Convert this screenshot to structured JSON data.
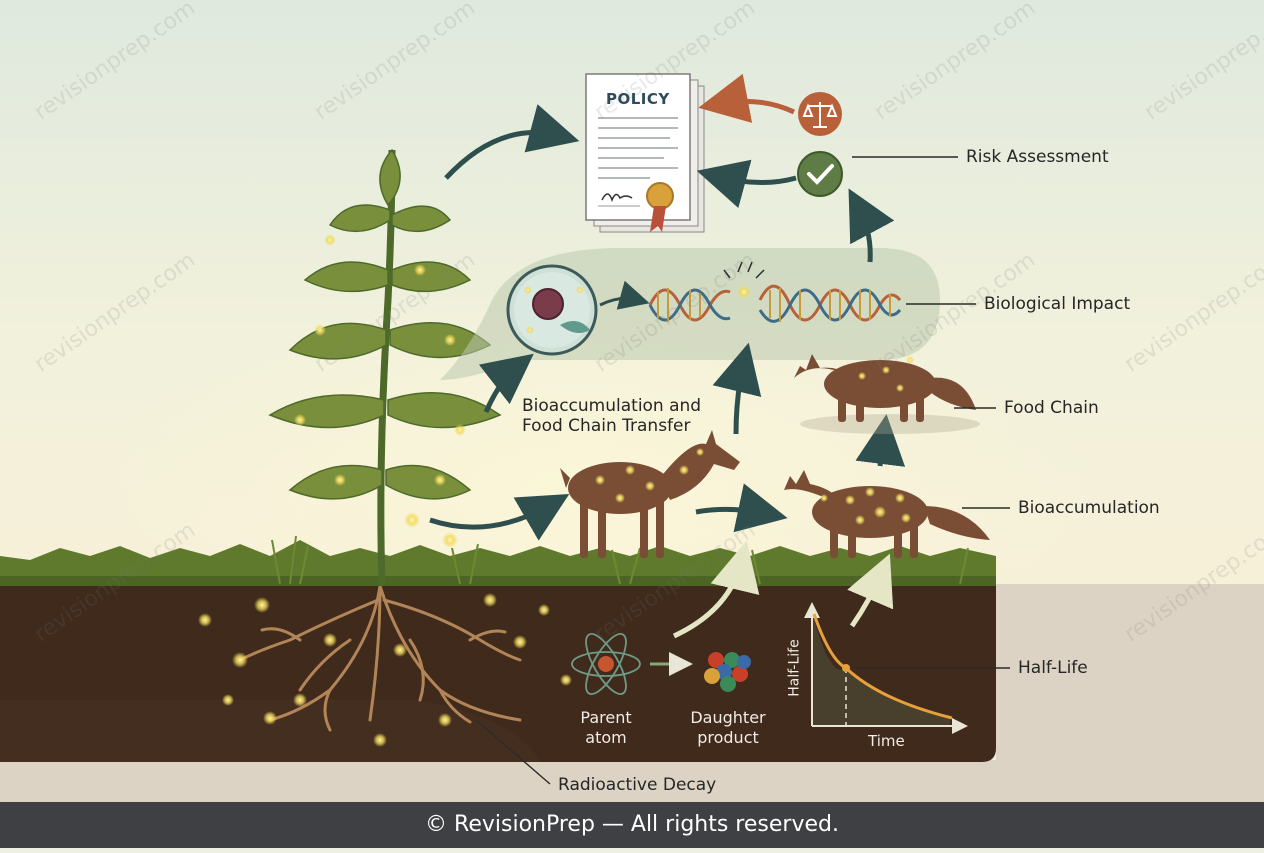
{
  "labels": {
    "risk_assessment": "Risk Assessment",
    "biological_impact": "Biological Impact",
    "food_chain": "Food Chain",
    "bioaccumulation": "Bioaccumulation",
    "half_life": "Half-Life",
    "radioactive_decay": "Radioactive Decay",
    "bioacc_transfer_line1": "Bioaccumulation and",
    "bioacc_transfer_line2": "Food Chain Transfer"
  },
  "policy": {
    "title": "POLICY"
  },
  "decay": {
    "parent_line1": "Parent",
    "parent_line2": "atom",
    "daughter_line1": "Daughter",
    "daughter_line2": "product"
  },
  "half_life_graph": {
    "y_label": "Half-Life",
    "x_label": "Time"
  },
  "watermark": "revisionprep.com",
  "footer": {
    "copyright": "© RevisionPrep — All rights reserved."
  },
  "colors": {
    "soil": "#3f2a1c",
    "grass": "#5f7a2d",
    "arrow": "#2f4f4f",
    "leaf": "#6f8a3a",
    "animal": "#7a4e35",
    "glow": "#f4df6a",
    "scale_icon": "#b8603a",
    "check_icon": "#5f7c46",
    "curve": "#e8a13a"
  }
}
